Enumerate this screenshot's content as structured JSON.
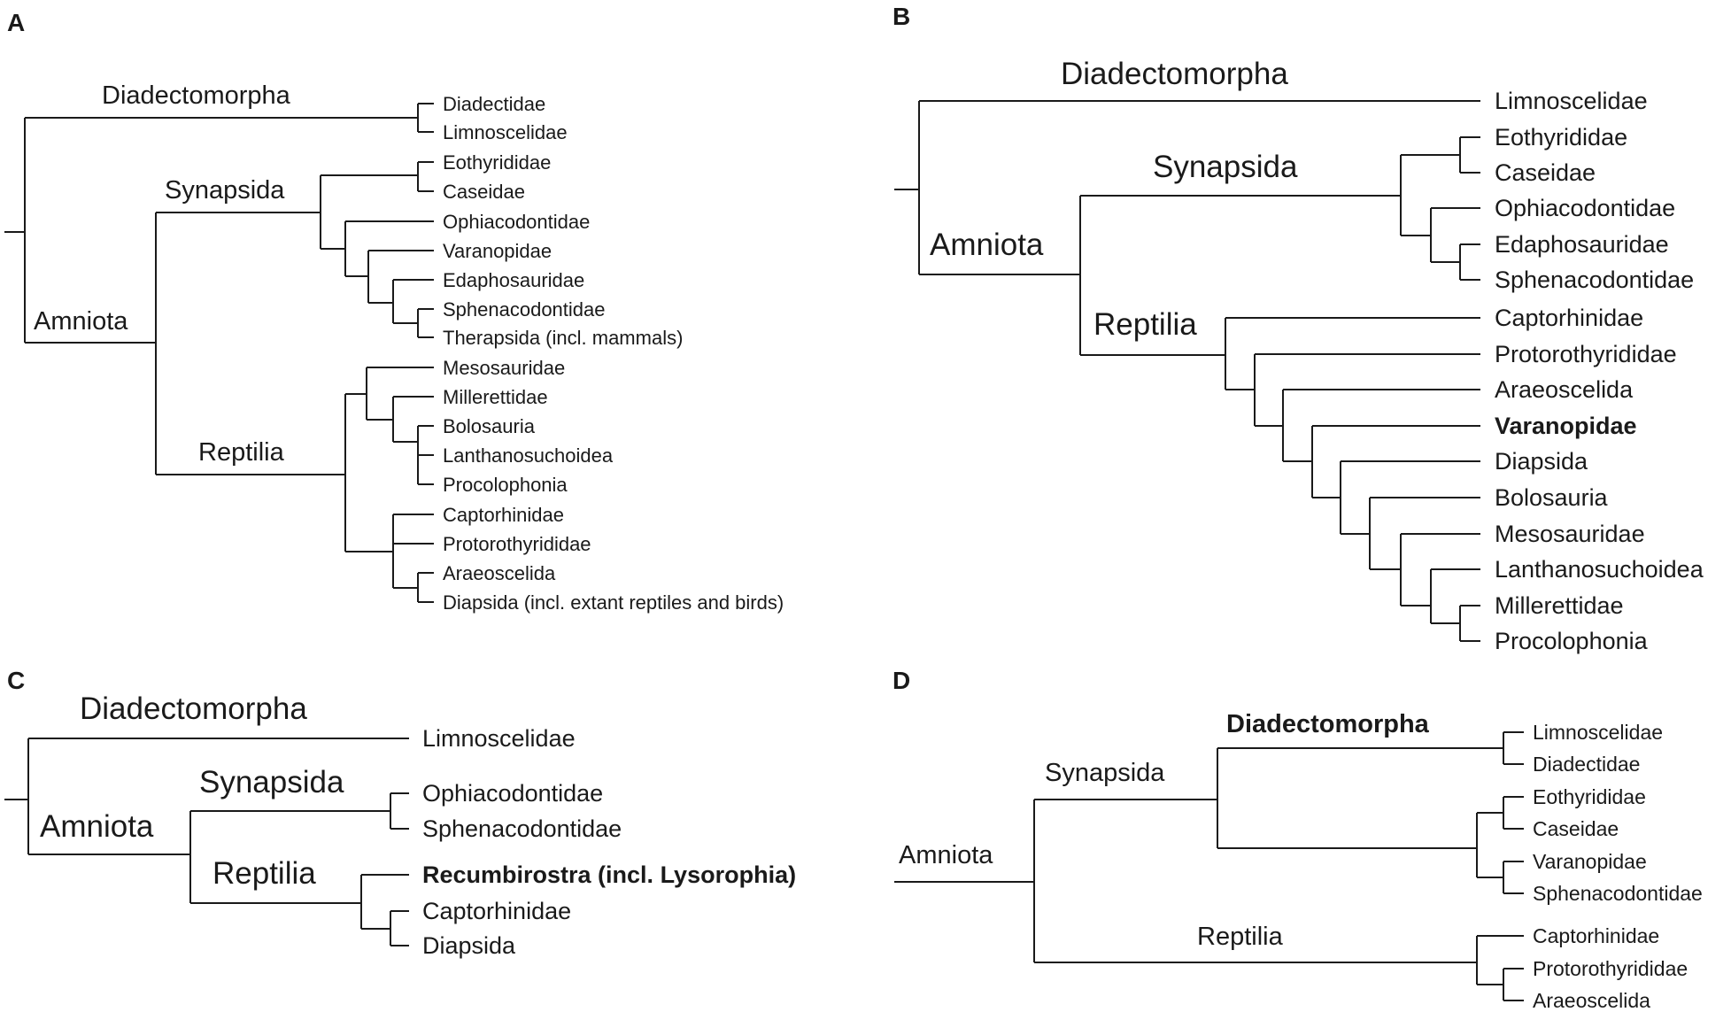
{
  "panels": {
    "A": {
      "letter": "A",
      "clades": {
        "diadectomorpha": "Diadectomorpha",
        "amniota": "Amniota",
        "synapsida": "Synapsida",
        "reptilia": "Reptilia"
      },
      "taxa": [
        "Diadectidae",
        "Limnoscelidae",
        "Eothyrididae",
        "Caseidae",
        "Ophiacodontidae",
        "Varanopidae",
        "Edaphosauridae",
        "Sphenacodontidae",
        "Therapsida (incl. mammals)",
        "Mesosauridae",
        "Millerettidae",
        "Bolosauria",
        "Lanthanosuchoidea",
        "Procolophonia",
        "Captorhinidae",
        "Protorothyrididae",
        "Araeoscelida",
        "Diapsida (incl. extant reptiles and birds)"
      ]
    },
    "B": {
      "letter": "B",
      "clades": {
        "diadectomorpha": "Diadectomorpha",
        "amniota": "Amniota",
        "synapsida": "Synapsida",
        "reptilia": "Reptilia"
      },
      "taxa": [
        "Limnoscelidae",
        "Eothyrididae",
        "Caseidae",
        "Ophiacodontidae",
        "Edaphosauridae",
        "Sphenacodontidae",
        "Captorhinidae",
        "Protorothyrididae",
        "Araeoscelida",
        "Varanopidae",
        "Diapsida",
        "Bolosauria",
        "Mesosauridae",
        "Lanthanosuchoidea",
        "Millerettidae",
        "Procolophonia"
      ],
      "bold_taxon": "Varanopidae"
    },
    "C": {
      "letter": "C",
      "clades": {
        "diadectomorpha": "Diadectomorpha",
        "amniota": "Amniota",
        "synapsida": "Synapsida",
        "reptilia": "Reptilia"
      },
      "taxa": [
        "Limnoscelidae",
        "Ophiacodontidae",
        "Sphenacodontidae",
        "Recumbirostra (incl. Lysorophia)",
        "Captorhinidae",
        "Diapsida"
      ],
      "bold_taxon": "Recumbirostra (incl. Lysorophia)"
    },
    "D": {
      "letter": "D",
      "clades": {
        "diadectomorpha": "Diadectomorpha",
        "amniota": "Amniota",
        "synapsida": "Synapsida",
        "reptilia": "Reptilia"
      },
      "taxa": [
        "Limnoscelidae",
        "Diadectidae",
        "Eothyrididae",
        "Caseidae",
        "Varanopidae",
        "Sphenacodontidae",
        "Captorhinidae",
        "Protorothyrididae",
        "Araeoscelida"
      ],
      "bold_clade": "Diadectomorpha"
    }
  }
}
